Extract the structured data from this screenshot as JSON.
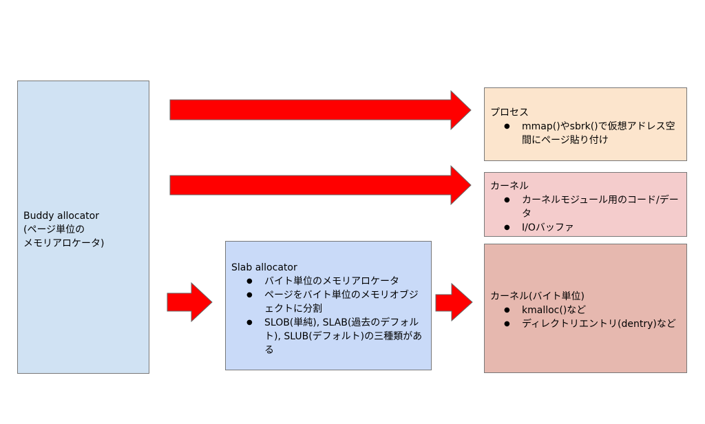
{
  "colors": {
    "arrow": "#ff0000",
    "buddy_box": "#d0e2f3",
    "slab_box": "#c9daf8",
    "process_box": "#fce5cd",
    "kernel_box": "#f4cccc",
    "kernel_byte_box": "#e6b8af"
  },
  "buddy": {
    "title": "Buddy allocator\n(ページ単位の\nメモリアロケータ)"
  },
  "slab": {
    "title": "Slab allocator",
    "items": [
      "バイト単位のメモリアロケータ",
      "ページをバイト単位のメモリオブジェクトに分割",
      "SLOB(単純), SLAB(過去のデフォルト), SLUB(デフォルト)の三種類がある"
    ]
  },
  "process": {
    "title": "プロセス",
    "items": [
      "mmap()やsbrk()で仮想アドレス空間にページ貼り付け"
    ]
  },
  "kernel": {
    "title": "カーネル",
    "items": [
      "カーネルモジュール用のコード/データ",
      "I/Oバッファ"
    ]
  },
  "kernel_byte": {
    "title": "カーネル(バイト単位)",
    "items": [
      "kmalloc()など",
      "ディレクトリエントリ(dentry)など"
    ]
  }
}
